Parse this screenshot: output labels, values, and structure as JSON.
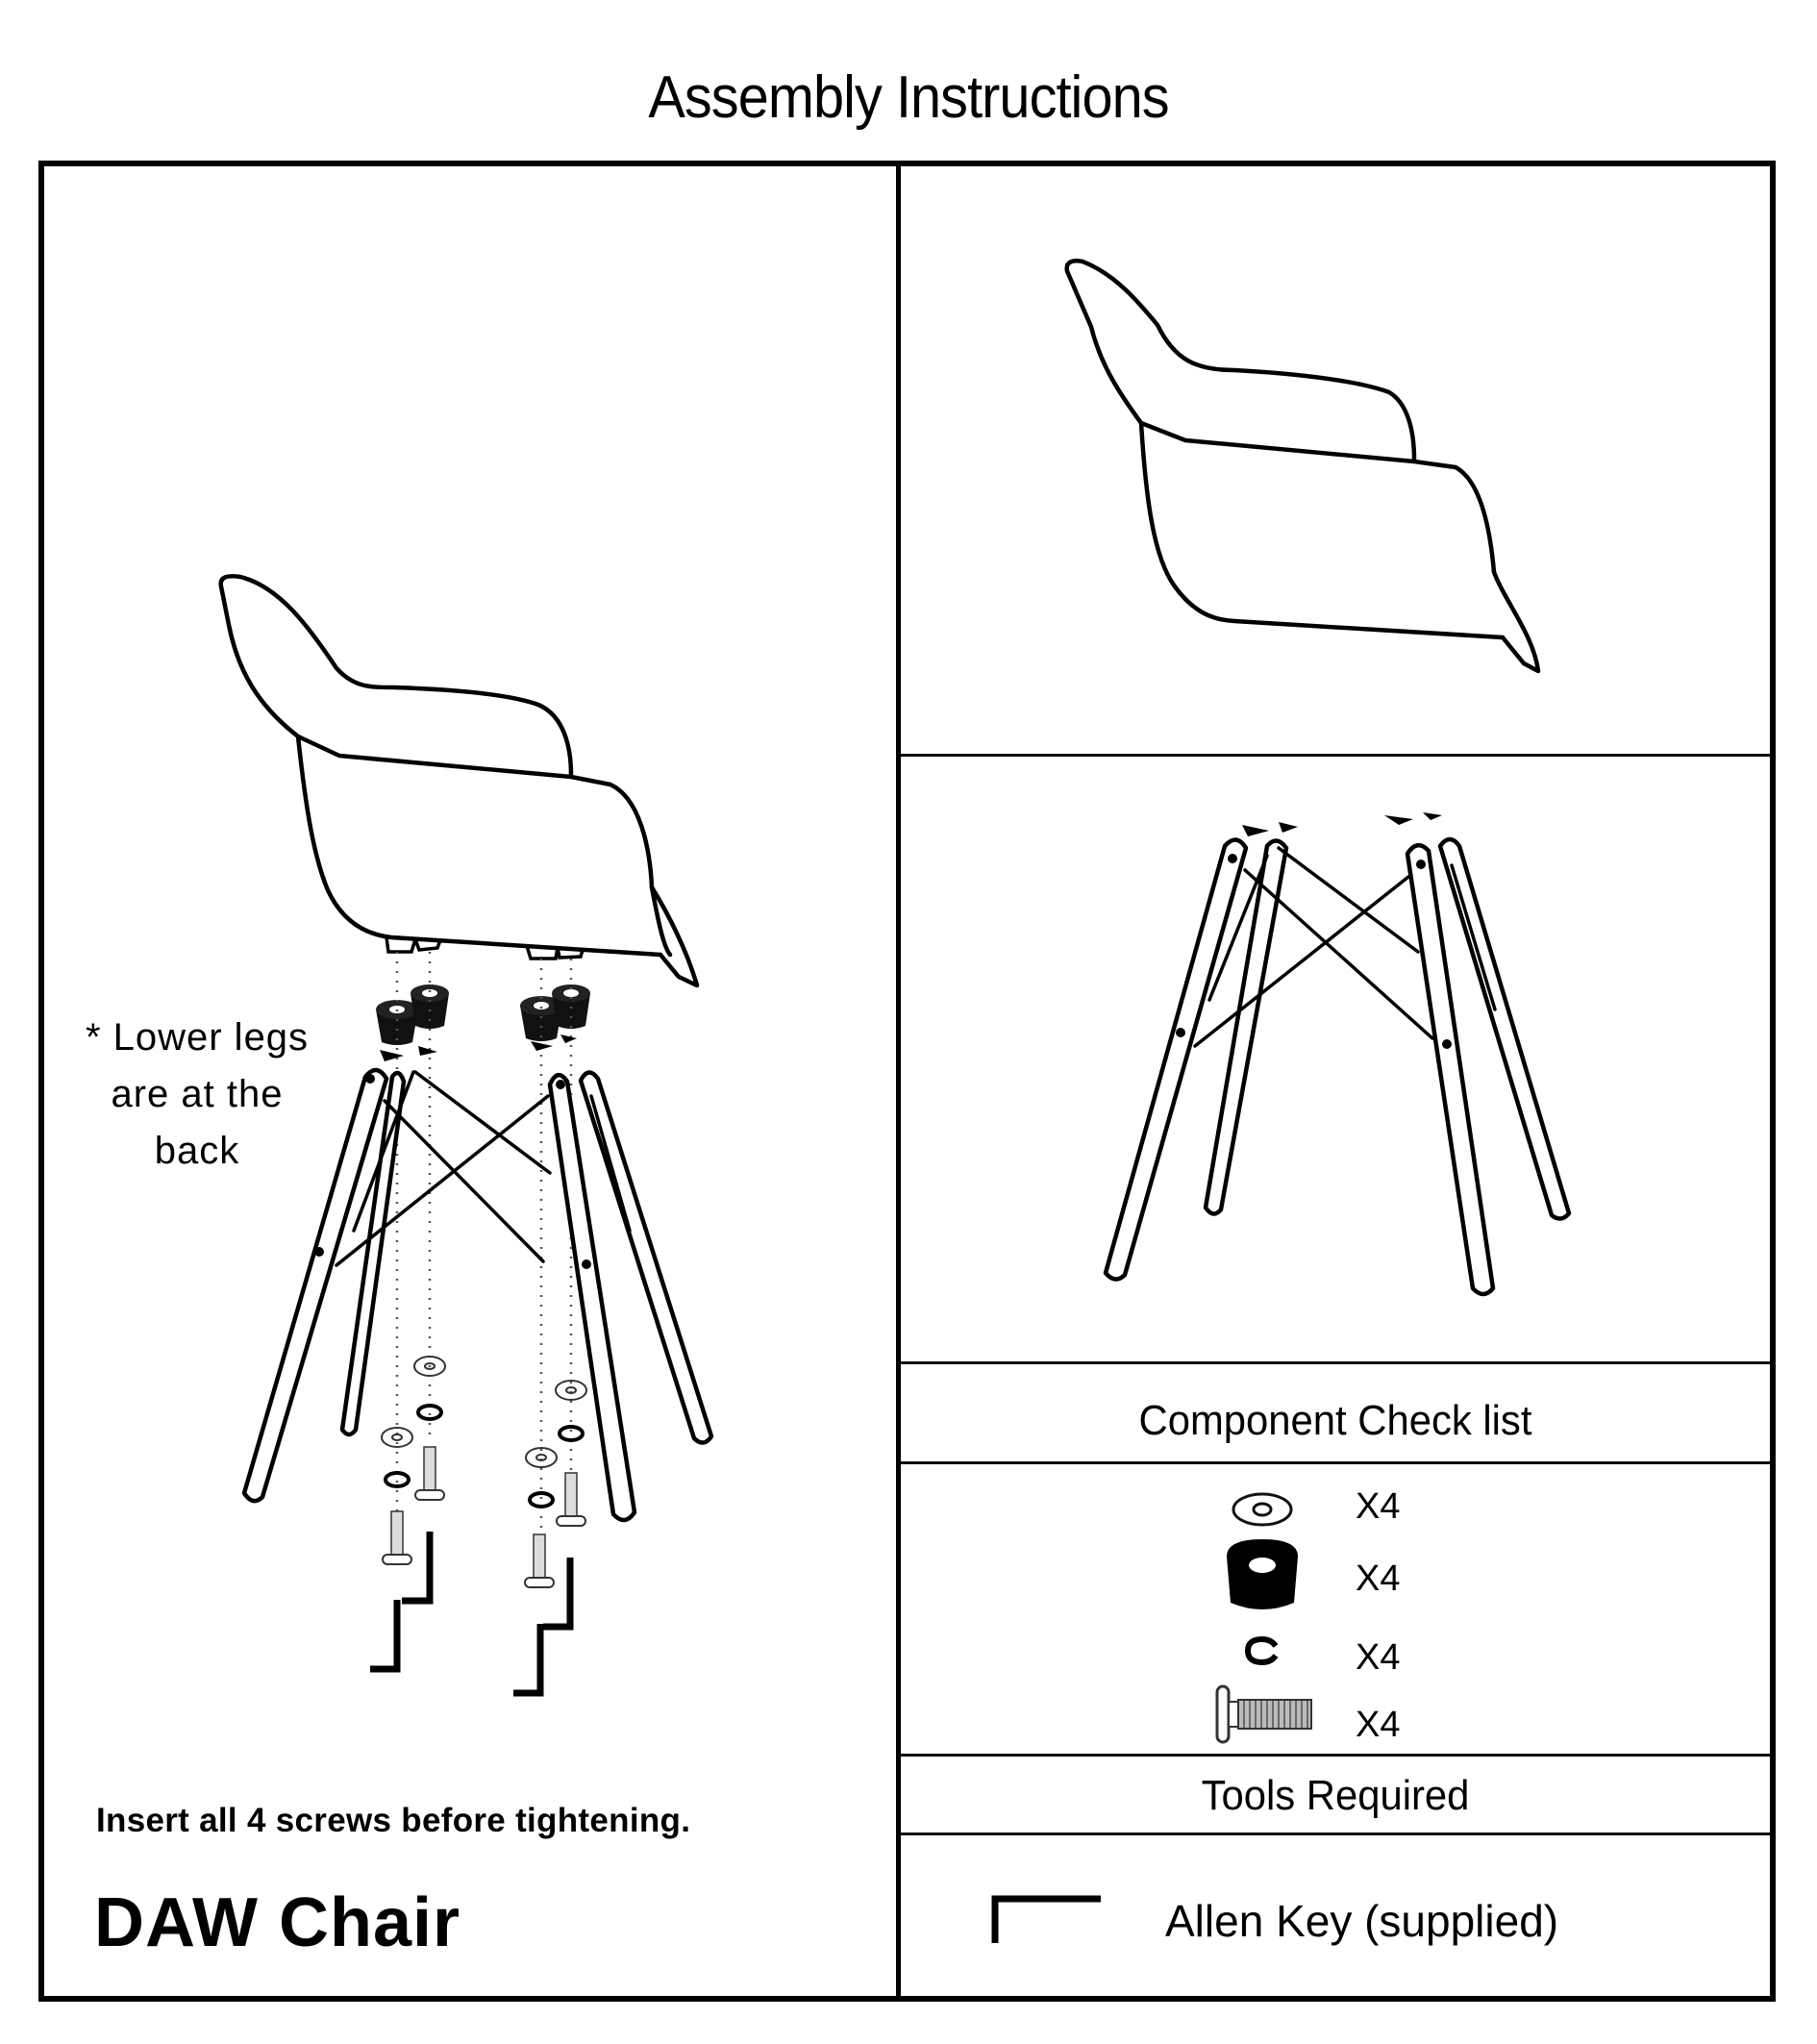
{
  "header": {
    "title": "Assembly Instructions"
  },
  "left_panel": {
    "note": [
      "* Lower legs",
      "are at the",
      "back"
    ],
    "instruction": "Insert all 4 screws before tightening.",
    "product_name": "DAW Chair"
  },
  "right_panel": {
    "component_checklist": {
      "heading": "Component Check list",
      "items": [
        {
          "icon": "flat-washer-icon",
          "quantity": "X4"
        },
        {
          "icon": "rubber-foot-cap-icon",
          "quantity": "X4"
        },
        {
          "icon": "spring-washer-icon",
          "quantity": "X4"
        },
        {
          "icon": "bolt-screw-icon",
          "quantity": "X4"
        }
      ]
    },
    "tools": {
      "heading": "Tools Required",
      "items": [
        {
          "icon": "allen-key-icon",
          "label": "Allen Key (supplied)"
        }
      ]
    }
  },
  "colors": {
    "ink": "#000000",
    "paper": "#ffffff"
  }
}
